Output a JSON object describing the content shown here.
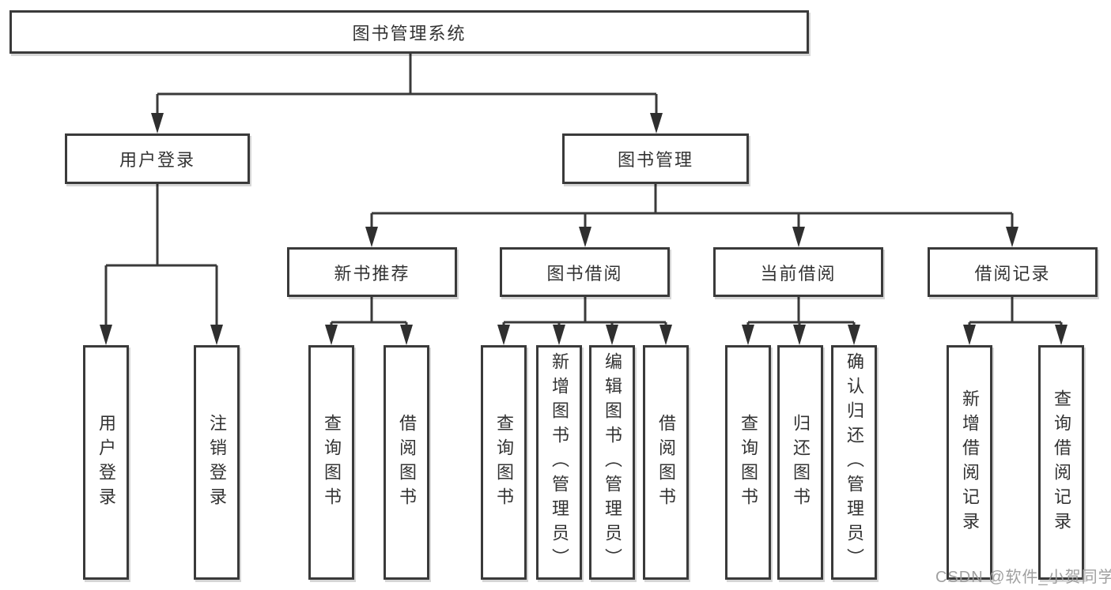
{
  "root": {
    "label": "图书管理系统"
  },
  "level2": [
    {
      "label": "用户登录"
    },
    {
      "label": "图书管理"
    }
  ],
  "level3": [
    {
      "label": "新书推荐"
    },
    {
      "label": "图书借阅"
    },
    {
      "label": "当前借阅"
    },
    {
      "label": "借阅记录"
    }
  ],
  "leaves": {
    "user_login": [
      {
        "label": "用户登录"
      },
      {
        "label": "注销登录"
      }
    ],
    "new_books": [
      {
        "label": "查询图书"
      },
      {
        "label": "借阅图书"
      }
    ],
    "book_borrow": [
      {
        "label": "查询图书"
      },
      {
        "label": "新增图书（管理员）"
      },
      {
        "label": "编辑图书（管理员）"
      },
      {
        "label": "借阅图书"
      }
    ],
    "current_borrow": [
      {
        "label": "查询图书"
      },
      {
        "label": "归还图书"
      },
      {
        "label": "确认归还（管理员）"
      }
    ],
    "borrow_records": [
      {
        "label": "新增借阅记录"
      },
      {
        "label": "查询借阅记录"
      }
    ]
  },
  "watermark": {
    "text": "CSDN @软件_小贺同学"
  }
}
